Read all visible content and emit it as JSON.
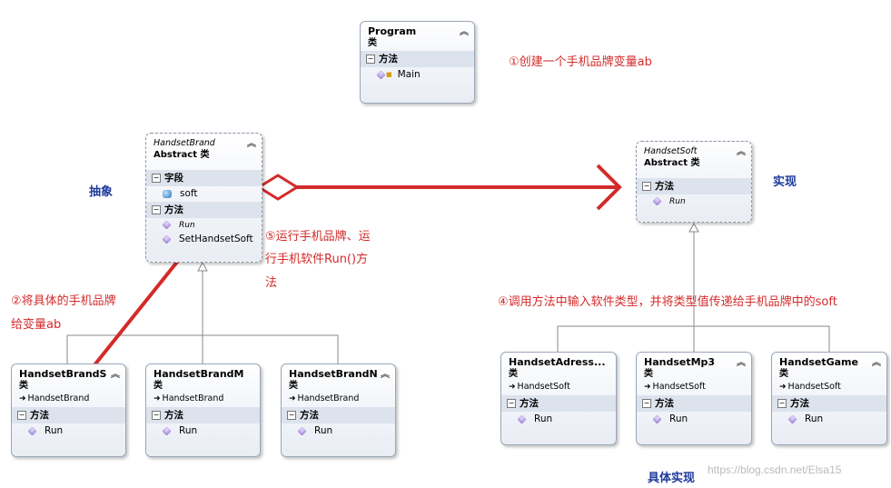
{
  "classes": {
    "program": {
      "name": "Program",
      "kind": "类",
      "sections": [
        {
          "title": "方法",
          "members": [
            "Main"
          ]
        }
      ]
    },
    "handset_brand": {
      "name": "HandsetBrand",
      "kind": "Abstract 类",
      "sections": [
        {
          "title": "字段",
          "members": [
            "soft"
          ]
        },
        {
          "title": "方法",
          "members": [
            "Run",
            "SetHandsetSoft"
          ]
        }
      ]
    },
    "handset_soft": {
      "name": "HandsetSoft",
      "kind": "Abstract 类",
      "sections": [
        {
          "title": "方法",
          "members": [
            "Run"
          ]
        }
      ]
    },
    "brand_s": {
      "name": "HandsetBrandS",
      "kind": "类",
      "base": "HandsetBrand",
      "sections": [
        {
          "title": "方法",
          "members": [
            "Run"
          ]
        }
      ]
    },
    "brand_m": {
      "name": "HandsetBrandM",
      "kind": "类",
      "base": "HandsetBrand",
      "sections": [
        {
          "title": "方法",
          "members": [
            "Run"
          ]
        }
      ]
    },
    "brand_n": {
      "name": "HandsetBrandN",
      "kind": "类",
      "base": "HandsetBrand",
      "sections": [
        {
          "title": "方法",
          "members": [
            "Run"
          ]
        }
      ]
    },
    "adress": {
      "name": "HandsetAdress...",
      "kind": "类",
      "base": "HandsetSoft",
      "sections": [
        {
          "title": "方法",
          "members": [
            "Run"
          ]
        }
      ]
    },
    "mp3": {
      "name": "HandsetMp3",
      "kind": "类",
      "base": "HandsetSoft",
      "sections": [
        {
          "title": "方法",
          "members": [
            "Run"
          ]
        }
      ]
    },
    "game": {
      "name": "HandsetGame",
      "kind": "类",
      "base": "HandsetSoft",
      "sections": [
        {
          "title": "方法",
          "members": [
            "Run"
          ]
        }
      ]
    }
  },
  "annotations": {
    "note1": "①创建一个手机品牌变量ab",
    "note2_line1": "②将具体的手机品牌",
    "note2_line2": "给变量ab",
    "note4": "④调用方法中输入软件类型，并将类型值传递给手机品牌中的soft",
    "note5_line1": "⑤运行手机品牌、运",
    "note5_line2": "行手机软件Run()方",
    "note5_line3": "法"
  },
  "labels": {
    "abstraction": "抽象",
    "implementation": "实现",
    "concrete_implementation": "具体实现"
  },
  "watermark": "https://blog.csdn.net/Elsa15",
  "colors": {
    "annotation": "#d42a2a",
    "label": "#1f3a9a",
    "connector": "#888888"
  },
  "icons": {
    "method": "method-icon",
    "field": "field-icon",
    "collapse": "chevron-up-icon"
  }
}
